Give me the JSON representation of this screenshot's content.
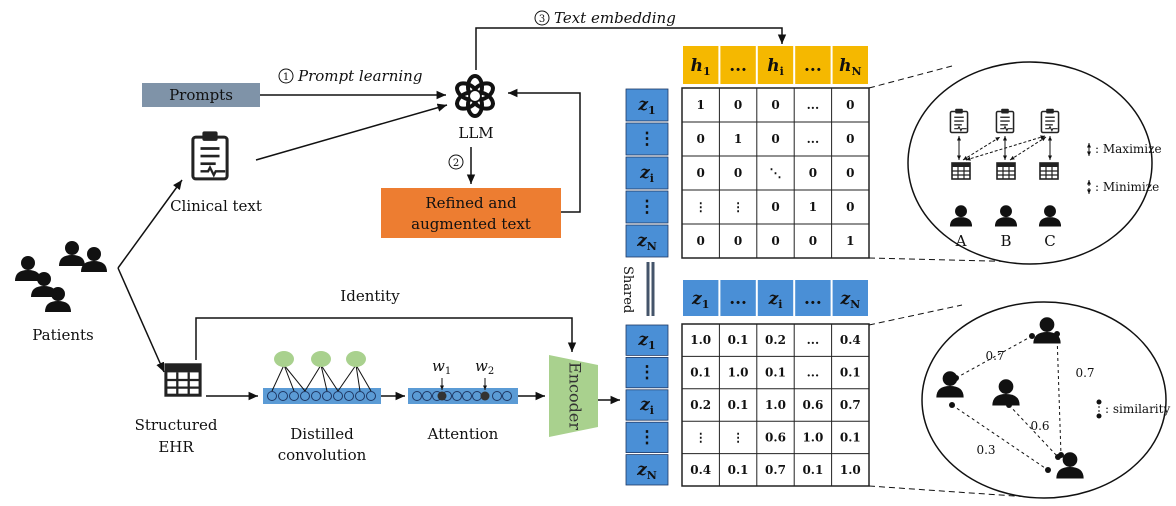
{
  "steps": {
    "prompt_learning": {
      "num": "1",
      "label": "Prompt learning"
    },
    "refine": {
      "num": "2"
    },
    "text_embedding": {
      "num": "3",
      "label": "Text embedding"
    }
  },
  "labels": {
    "prompts": "Prompts",
    "llm": "LLM",
    "refined_line1": "Refined and",
    "refined_line2": "augmented text",
    "clinical_text": "Clinical text",
    "patients": "Patients",
    "identity": "Identity",
    "structured_line1": "Structured",
    "structured_line2": "EHR",
    "distilled_line1": "Distilled",
    "distilled_line2": "convolution",
    "attention": "Attention",
    "encoder": "Encoder",
    "shared": "Shared",
    "w1": "w",
    "w1_sub": "1",
    "w2": "w",
    "w2_sub": "2"
  },
  "top_matrix": {
    "col_headers": [
      {
        "main": "h",
        "sub": "1"
      },
      {
        "main": "...",
        "sub": ""
      },
      {
        "main": "h",
        "sub": "i"
      },
      {
        "main": "...",
        "sub": ""
      },
      {
        "main": "h",
        "sub": "N"
      }
    ],
    "row_headers": [
      {
        "main": "z",
        "sub": "1"
      },
      {
        "main": "⋮",
        "sub": ""
      },
      {
        "main": "z",
        "sub": "i"
      },
      {
        "main": "⋮",
        "sub": ""
      },
      {
        "main": "z",
        "sub": "N"
      }
    ],
    "cells": [
      [
        "1",
        "0",
        "0",
        "...",
        "0"
      ],
      [
        "0",
        "1",
        "0",
        "...",
        "0"
      ],
      [
        "0",
        "0",
        "⋱",
        "0",
        "0"
      ],
      [
        "⋮",
        "⋮",
        "0",
        "1",
        "0"
      ],
      [
        "0",
        "0",
        "0",
        "0",
        "1"
      ]
    ]
  },
  "bottom_matrix": {
    "col_headers": [
      {
        "main": "z",
        "sub": "1"
      },
      {
        "main": "...",
        "sub": ""
      },
      {
        "main": "z",
        "sub": "i"
      },
      {
        "main": "...",
        "sub": ""
      },
      {
        "main": "z",
        "sub": "N"
      }
    ],
    "row_headers": [
      {
        "main": "z",
        "sub": "1"
      },
      {
        "main": "⋮",
        "sub": ""
      },
      {
        "main": "z",
        "sub": "i"
      },
      {
        "main": "⋮",
        "sub": ""
      },
      {
        "main": "z",
        "sub": "N"
      }
    ],
    "cells": [
      [
        "1.0",
        "0.1",
        "0.2",
        "...",
        "0.4"
      ],
      [
        "0.1",
        "1.0",
        "0.1",
        "...",
        "0.1"
      ],
      [
        "0.2",
        "0.1",
        "1.0",
        "0.6",
        "0.7"
      ],
      [
        "⋮",
        "⋮",
        "0.6",
        "1.0",
        "0.1"
      ],
      [
        "0.4",
        "0.1",
        "0.7",
        "0.1",
        "1.0"
      ]
    ]
  },
  "top_circle": {
    "maximize": ": Maximize",
    "minimize": ": Minimize",
    "patients": [
      "A",
      "B",
      "C"
    ]
  },
  "bottom_circle": {
    "similarity": ": similarity",
    "edges": [
      "0.7",
      "0.7",
      "0.6",
      "0.3"
    ]
  },
  "colors": {
    "prompts_fill": "#7f93a8",
    "refined_fill": "#ed7d31",
    "h_header_fill": "#f5b800",
    "z_header_fill": "#4a8fd6",
    "encoder_fill": "#a9d18e",
    "conv_bar": "#5b9bd5",
    "node_fill": "#a9d18e",
    "divider": "#44546a"
  }
}
